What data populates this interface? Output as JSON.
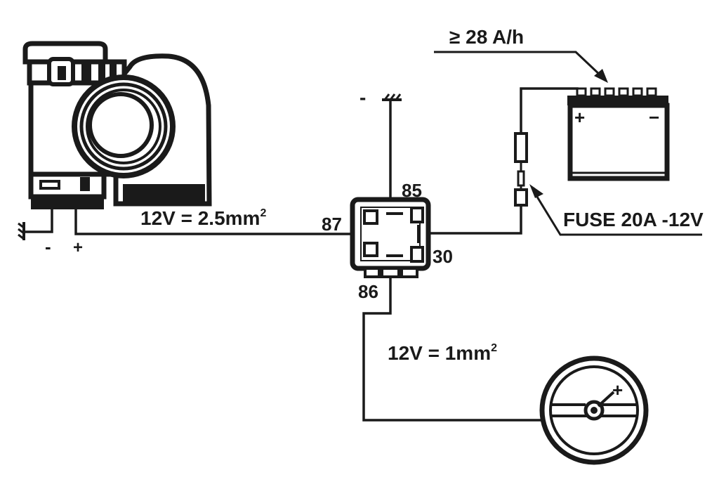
{
  "diagram": {
    "labels": {
      "battery_capacity": "≥ 28 A/h",
      "fuse": "FUSE 20A -12V",
      "wire_horn": "12V = 2.5mm",
      "wire_horn_sup": "2",
      "wire_switch": "12V = 1mm",
      "wire_switch_sup": "2",
      "pin_85": "85",
      "pin_87": "87",
      "pin_30": "30",
      "pin_86": "86",
      "horn_minus": "-",
      "horn_plus": "+",
      "relay_ground_minus": "-",
      "battery_plus": "+",
      "battery_minus": "−",
      "switch_plus": "+"
    },
    "components": [
      "air-horn-compressor",
      "relay",
      "battery",
      "fuse",
      "steering-wheel-horn-button"
    ],
    "colors": {
      "ink": "#1a1a1a",
      "background": "#ffffff"
    }
  }
}
